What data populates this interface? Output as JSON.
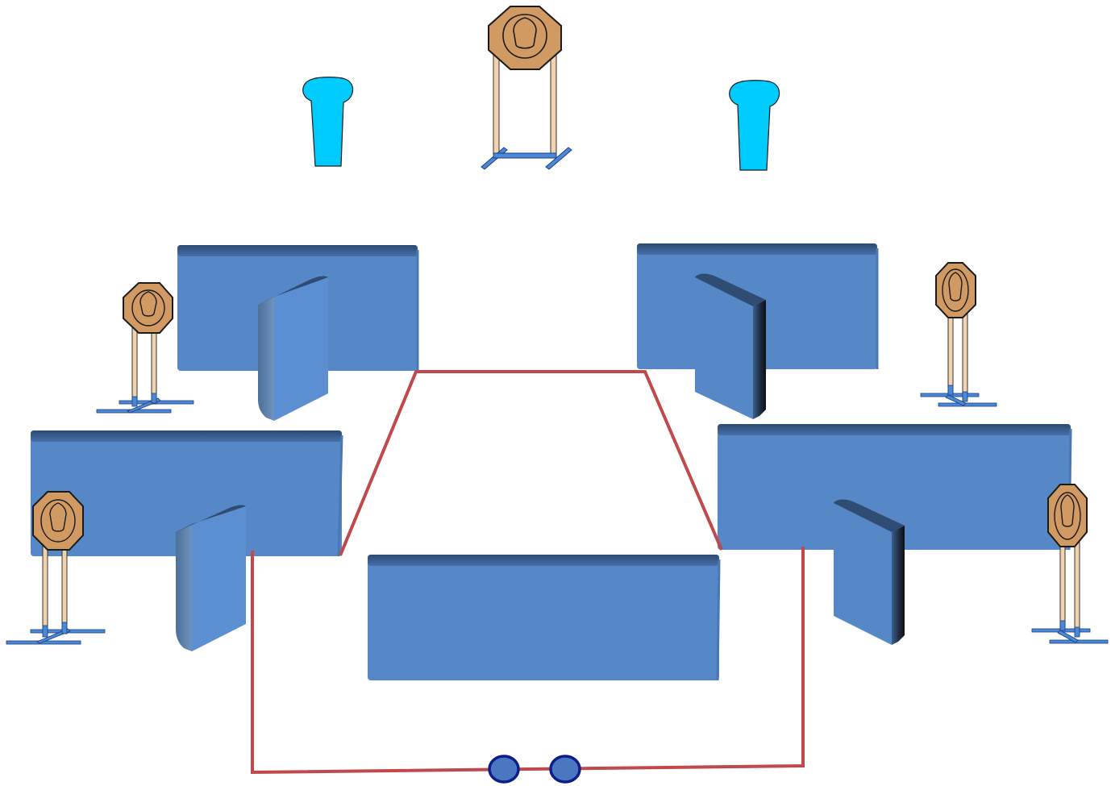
{
  "stage": {
    "elements": [
      {
        "type": "steel-target",
        "name": "steel-target-top-center"
      },
      {
        "type": "popper-target",
        "name": "popper-target-top-left"
      },
      {
        "type": "popper-target",
        "name": "popper-target-top-right"
      },
      {
        "type": "wall",
        "name": "wall-upper-left"
      },
      {
        "type": "wall",
        "name": "wall-upper-right"
      },
      {
        "type": "wall",
        "name": "wall-lower-left"
      },
      {
        "type": "wall",
        "name": "wall-lower-right"
      },
      {
        "type": "wall",
        "name": "wall-center-front"
      },
      {
        "type": "angled-panel",
        "name": "panel-upper-left"
      },
      {
        "type": "angled-panel",
        "name": "panel-upper-right"
      },
      {
        "type": "angled-panel",
        "name": "panel-lower-left"
      },
      {
        "type": "angled-panel",
        "name": "panel-lower-right"
      },
      {
        "type": "steel-target",
        "name": "steel-target-mid-left"
      },
      {
        "type": "steel-target",
        "name": "steel-target-far-left"
      },
      {
        "type": "steel-target",
        "name": "steel-target-mid-right"
      },
      {
        "type": "steel-target",
        "name": "steel-target-far-right"
      },
      {
        "type": "fault-line",
        "name": "shooting-area-boundary"
      },
      {
        "type": "start-position",
        "name": "start-position-left"
      },
      {
        "type": "start-position",
        "name": "start-position-right"
      }
    ]
  },
  "colors": {
    "wall_fill": "#5687c6",
    "wall_top": "#34577f",
    "wall_edge": "#4a78b2",
    "panel_face": "#5b8fd2",
    "panel_side": "#3f6390",
    "panel_dark": "#1a1d24",
    "target_fill": "#d19a63",
    "target_stroke": "#1a1a1a",
    "stand_leg": "#f2d3ad",
    "stand_base": "#4a88d9",
    "popper_fill": "#00cbff",
    "boundary_line": "#c0494b",
    "start_fill": "#4a78c0",
    "start_stroke": "#0d1d8a"
  }
}
